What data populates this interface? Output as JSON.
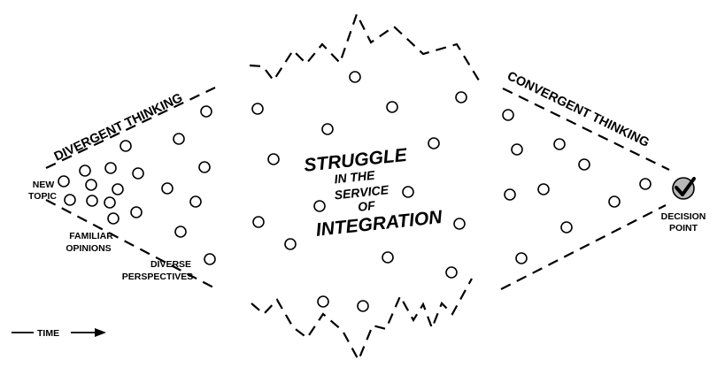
{
  "labels": {
    "divergent": "DIVERGENT THINKING",
    "convergent": "CONVERGENT THINKING",
    "new_topic_1": "NEW",
    "new_topic_2": "TOPIC",
    "familiar_1": "FAMILIAR",
    "familiar_2": "OPINIONS",
    "diverse_1": "DIVERSE",
    "diverse_2": "PERSPECTIVES",
    "decision_1": "DECISION",
    "decision_2": "POINT",
    "time": "TIME"
  },
  "center": {
    "line1": "STRUGGLE",
    "line2": "IN THE",
    "line3": "SERVICE",
    "line4": "OF",
    "line5": "INTEGRATION"
  },
  "colors": {
    "ink": "#000000",
    "decision_fill": "#b8b8b8"
  },
  "icons": {
    "decision": "checkmark-icon",
    "time": "arrow-right-icon"
  }
}
